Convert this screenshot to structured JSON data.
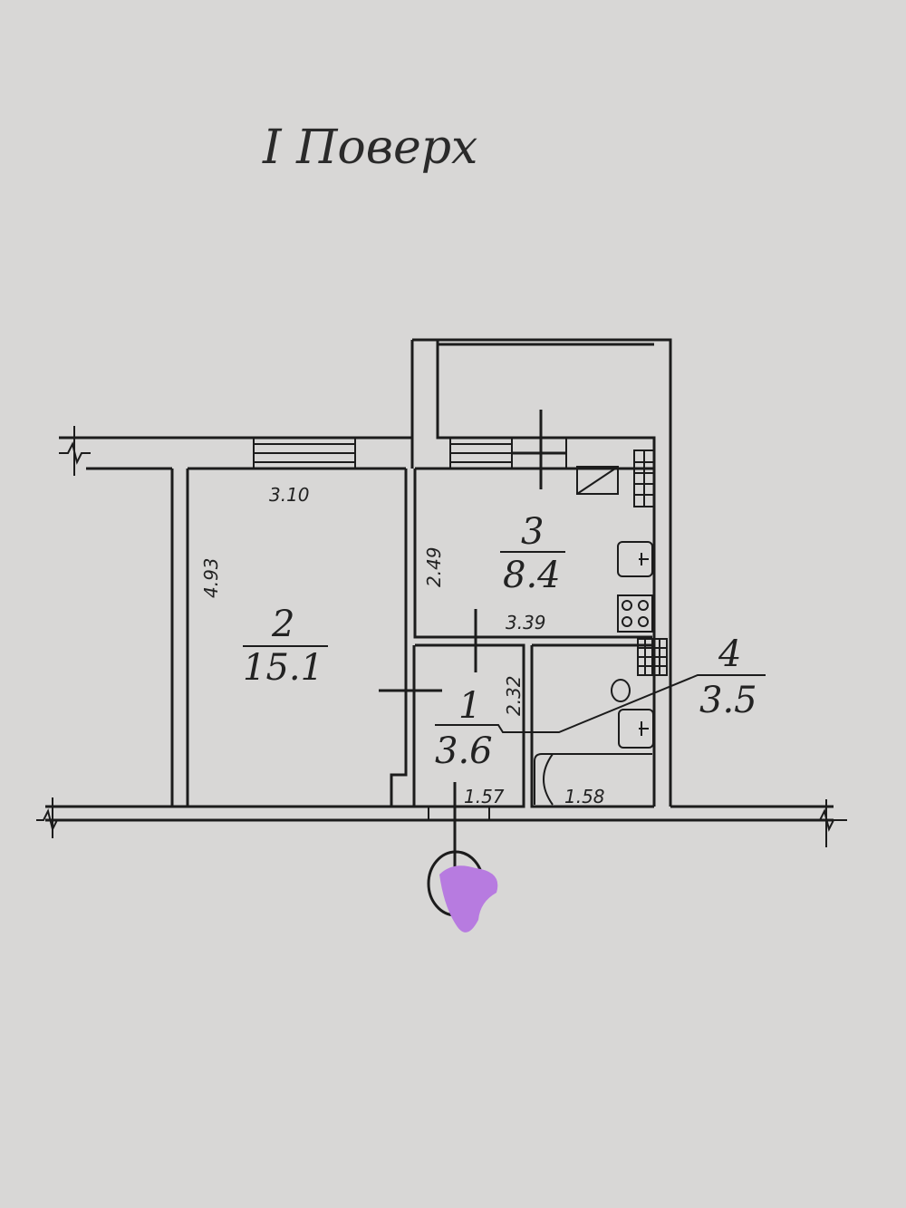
{
  "title": "I Поверх",
  "rooms": [
    {
      "number": "1",
      "area": "3.6"
    },
    {
      "number": "2",
      "area": "15.1"
    },
    {
      "number": "3",
      "area": "8.4"
    },
    {
      "number": "4",
      "area": "3.5"
    }
  ],
  "dimensions": {
    "room2_width": "3.10",
    "room2_length": "4.93",
    "room3_width": "3.39",
    "room3_length": "2.49",
    "room1_length": "2.32",
    "room1_width": "1.57",
    "room4_width": "1.58"
  },
  "colors": {
    "ink": "#1c1c1c",
    "paper": "#d8d7d6",
    "redaction": "#b77be0"
  }
}
